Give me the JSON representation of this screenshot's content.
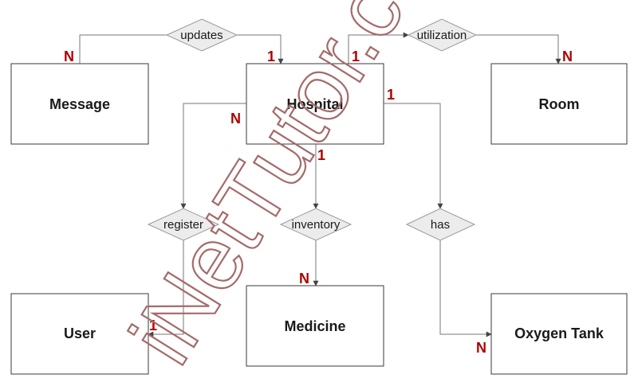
{
  "entities": {
    "message": "Message",
    "hospital": "Hospital",
    "room": "Room",
    "user": "User",
    "medicine": "Medicine",
    "oxygen_tank": "Oxygen Tank"
  },
  "relationships": {
    "updates": "updates",
    "utilization": "utilization",
    "register": "register",
    "inventory": "inventory",
    "has": "has"
  },
  "cardinalities": {
    "message_updates": "N",
    "hospital_updates": "1",
    "hospital_utilization": "1",
    "room_utilization": "N",
    "hospital_register": "N",
    "hospital_inventory": "1",
    "hospital_has": "1",
    "medicine_inventory": "N",
    "user_register": "1",
    "oxygen_tank_has": "N"
  },
  "watermark": "iNetTutor.com",
  "colors": {
    "cardinality": "#b00000",
    "watermark": "#a56a6a",
    "relationship_fill": "#ececec"
  }
}
